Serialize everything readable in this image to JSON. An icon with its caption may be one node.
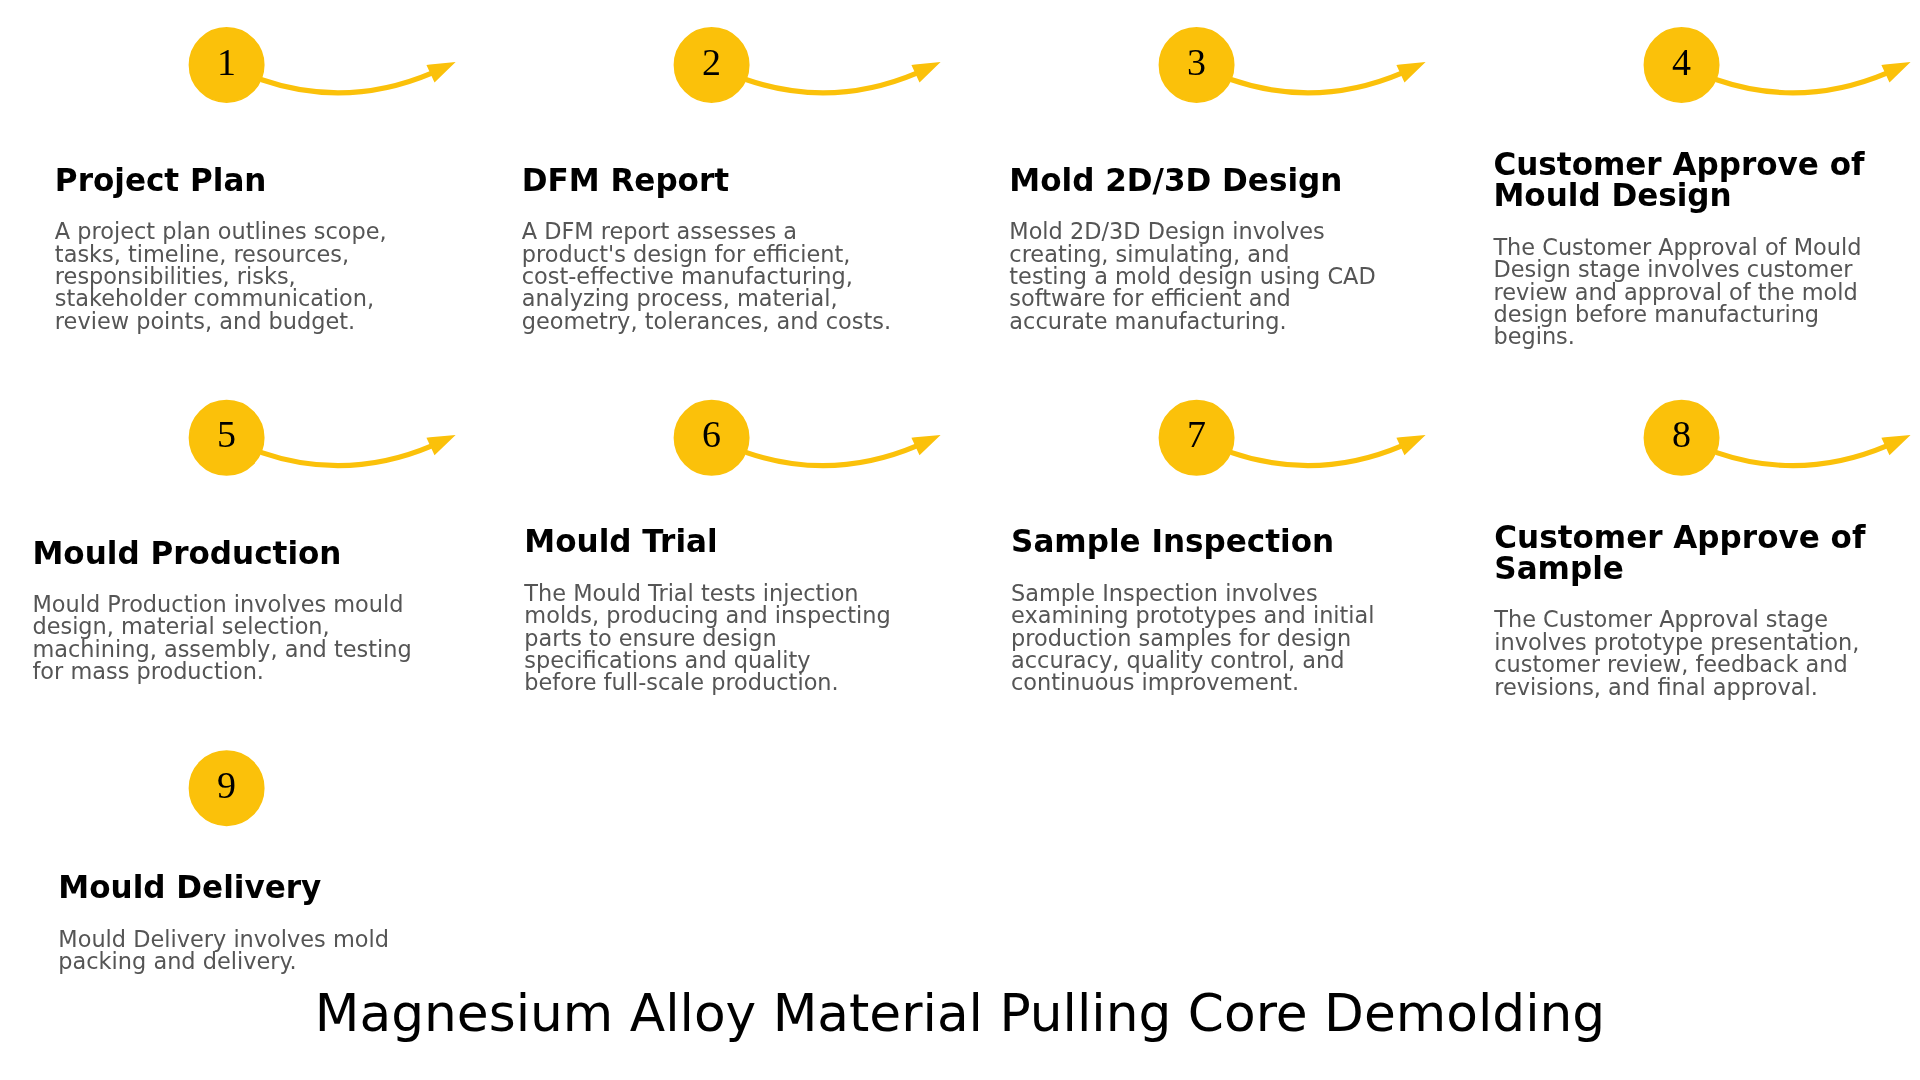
{
  "diagram": {
    "caption": "Magnesium Alloy Material Pulling Core Demolding",
    "nodes": [
      {
        "text": [
          "1"
        ],
        "beside": [
          "Project Plan",
          "A project plan outlines scope, tasks, timeline, resources, responsibilities, risks, stakeholder communication, review points, and budget."
        ]
      },
      {
        "text": [
          "2"
        ],
        "beside": [
          "DFM Report",
          "A DFM report assesses a product's design for efficient, cost-effective manufacturing, analyzing process, material, geometry, tolerances, and costs."
        ]
      },
      {
        "text": [
          "3"
        ],
        "beside": [
          "Mold 2D/3D Design",
          "Mold 2D/3D Design involves creating, simulating, and testing a mold design using CAD software for efficient and accurate manufacturing."
        ]
      },
      {
        "text": [
          "4"
        ],
        "beside": [
          "Customer Approve of Mould Design",
          "The Customer Approval of Mould Design stage involves customer review and approval of the mold design before manufacturing begins."
        ]
      },
      {
        "text": [
          "5"
        ],
        "beside": [
          "Mould Production",
          "Mould Production involves mould design, material selection, machining, assembly, and testing for mass production."
        ]
      },
      {
        "text": [
          "6"
        ],
        "beside": [
          "Mould Trial",
          "The Mould Trial tests injection molds, producing and inspecting parts to ensure design specifications and quality before full-scale production."
        ]
      },
      {
        "text": [
          "7"
        ],
        "beside": [
          "Sample Inspection",
          "Sample Inspection involves examining prototypes and initial production samples for design accuracy, quality control, and continuous improvement."
        ]
      },
      {
        "text": [
          "8"
        ],
        "beside": [
          "Customer Approve of Sample",
          "The Customer Approval stage involves prototype presentation, customer review, feedback and revisions, and final approval."
        ]
      },
      {
        "text": [
          "9"
        ],
        "beside": [
          "Mould Delivery",
          "Mould Delivery involves mold packing and delivery."
        ]
      }
    ],
    "edges": [
      {
        "from": 0,
        "to": null,
        "arrow": "to"
      },
      {
        "from": 1,
        "to": null,
        "arrow": "to"
      },
      {
        "from": 2,
        "to": null,
        "arrow": "to"
      },
      {
        "from": 3,
        "to": null,
        "arrow": "to"
      },
      {
        "from": 4,
        "to": null,
        "arrow": "to"
      },
      {
        "from": 5,
        "to": null,
        "arrow": "to"
      },
      {
        "from": 6,
        "to": null,
        "arrow": "to"
      },
      {
        "from": 7,
        "to": null,
        "arrow": "to"
      }
    ]
  }
}
